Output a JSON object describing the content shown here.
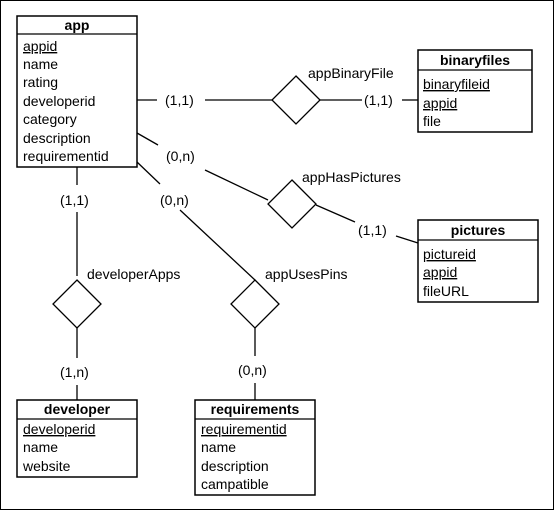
{
  "entities": {
    "app": {
      "title": "app",
      "attributes": [
        "appid",
        "name",
        "rating",
        "developerid",
        "category",
        "description",
        "requirementid"
      ],
      "keys": [
        true,
        false,
        false,
        false,
        false,
        false,
        false
      ]
    },
    "binaryfiles": {
      "title": "binaryfiles",
      "attributes": [
        "binaryfileid",
        "appid",
        "file"
      ],
      "keys": [
        true,
        true,
        false
      ]
    },
    "pictures": {
      "title": "pictures",
      "attributes": [
        "pictureid",
        "appid",
        "fileURL"
      ],
      "keys": [
        true,
        true,
        false
      ]
    },
    "developer": {
      "title": "developer",
      "attributes": [
        "developerid",
        "name",
        "website"
      ],
      "keys": [
        true,
        false,
        false
      ]
    },
    "requirements": {
      "title": "requirements",
      "attributes": [
        "requirementid",
        "name",
        "description",
        "campatible"
      ],
      "keys": [
        true,
        false,
        false,
        false
      ]
    }
  },
  "relationships": {
    "appBinaryFile": {
      "name": "appBinaryFile",
      "card_left": "(1,1)",
      "card_right": "(1,1)"
    },
    "appHasPictures": {
      "name": "appHasPictures",
      "card_left": "(0,n)",
      "card_right": "(1,1)"
    },
    "developerApps": {
      "name": "developerApps",
      "card_top": "(1,1)",
      "card_bottom": "(1,n)"
    },
    "appUsesPins": {
      "name": "appUsesPins",
      "card_top": "(0,n)",
      "card_bottom": "(0,n)"
    }
  }
}
